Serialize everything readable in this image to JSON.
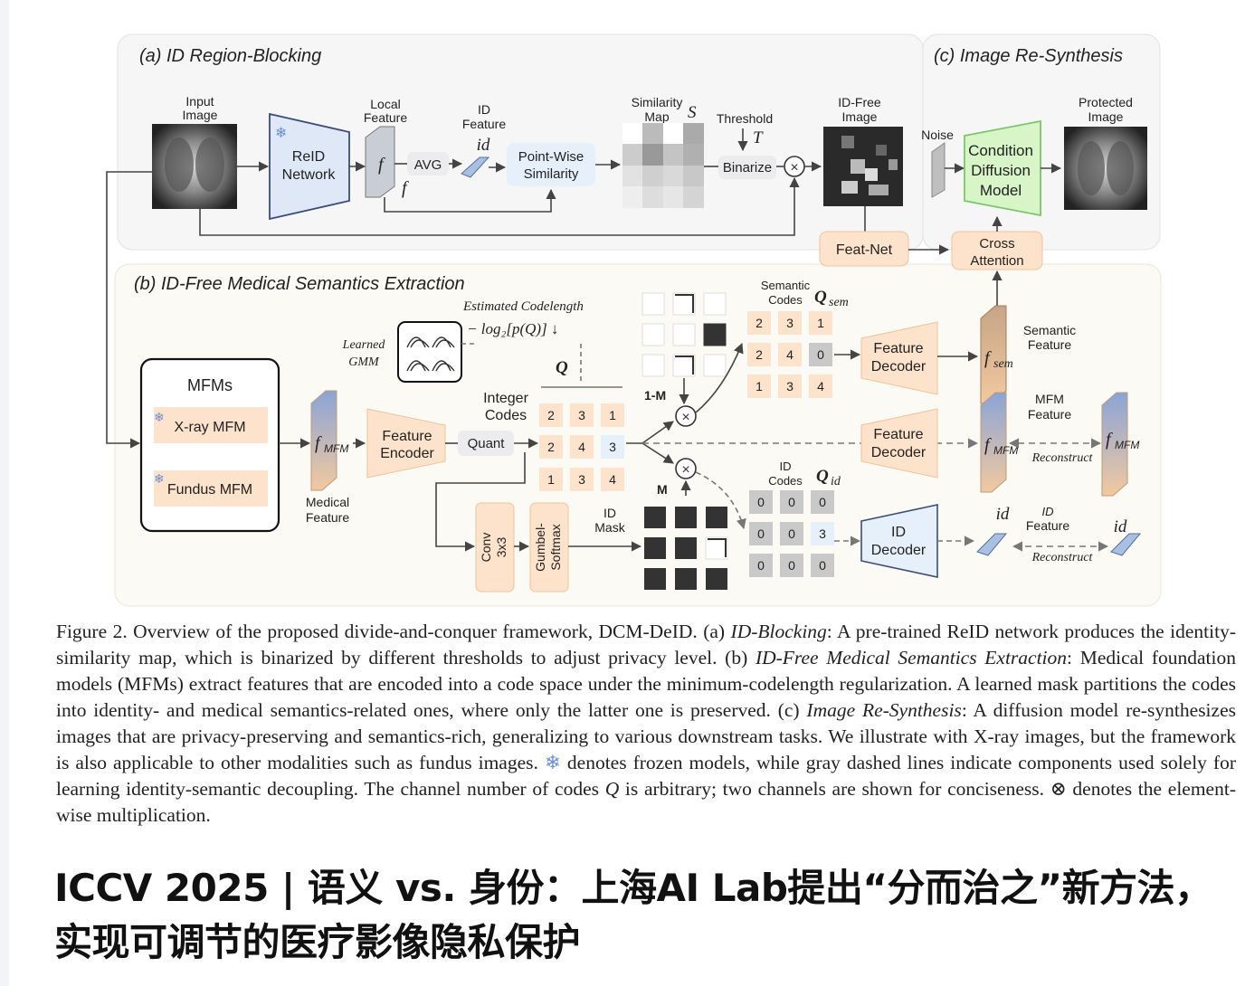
{
  "figure": {
    "panel_a": {
      "title": "(a) ID Region-Blocking"
    },
    "panel_b": {
      "title": "(b) ID-Free Medical Semantics Extraction"
    },
    "panel_c": {
      "title": "(c) Image Re-Synthesis"
    },
    "input_image": [
      "Input",
      "Image"
    ],
    "reid_network": [
      "ReID",
      "Network"
    ],
    "local_feature": [
      "Local",
      "Feature"
    ],
    "f": "f",
    "avg": "AVG",
    "id_feature": [
      "ID",
      "Feature"
    ],
    "id_symbol": "id",
    "point_wise": [
      "Point-Wise",
      "Similarity"
    ],
    "similarity_map": [
      "Similarity",
      "Map"
    ],
    "s_symbol": "S",
    "threshold": "Threshold",
    "t_symbol": "T",
    "binarize": "Binarize",
    "id_free_image": [
      "ID-Free",
      "Image"
    ],
    "noise": "Noise",
    "cdm": [
      "Condition",
      "Diffusion",
      "Model"
    ],
    "protected_image": [
      "Protected",
      "Image"
    ],
    "feat_net": "Feat-Net",
    "cross_attention": [
      "Cross",
      "Attention"
    ],
    "estimated_codelength": "Estimated Codelength",
    "codelength_formula": "− log₂[p(Q)] ↓",
    "learned_gmm": [
      "Learned",
      "GMM"
    ],
    "q_symbol": "Q",
    "mfms_title": "MFMs",
    "xray_mfm": "X-ray MFM",
    "fundus_mfm": "Fundus MFM",
    "f_mfm": "f",
    "mfm_sub": "MFM",
    "medical_feature": [
      "Medical",
      "Feature"
    ],
    "feature_encoder": [
      "Feature",
      "Encoder"
    ],
    "quant": "Quant",
    "integer_codes": [
      "Integer",
      "Codes"
    ],
    "codes_grid": [
      [
        "2",
        "3",
        "1"
      ],
      [
        "2",
        "4",
        "3"
      ],
      [
        "1",
        "3",
        "4"
      ]
    ],
    "one_minus_m": "1-M",
    "m_label": "M",
    "semantic_codes": [
      "Semantic",
      "Codes"
    ],
    "q_sem_sub": "sem",
    "sem_codes_grid": [
      [
        "2",
        "3",
        "1"
      ],
      [
        "2",
        "4",
        "0"
      ],
      [
        "1",
        "3",
        "4"
      ]
    ],
    "id_codes": [
      "ID",
      "Codes"
    ],
    "q_id_sub": "id",
    "id_codes_grid": [
      [
        "0",
        "0",
        "0"
      ],
      [
        "0",
        "0",
        "3"
      ],
      [
        "0",
        "0",
        "0"
      ]
    ],
    "feature_decoder": [
      "Feature",
      "Decoder"
    ],
    "id_decoder": [
      "ID",
      "Decoder"
    ],
    "conv": [
      "Conv",
      "3x3"
    ],
    "gumbel": [
      "Gumbel-",
      "Softmax"
    ],
    "id_mask": [
      "ID",
      "Mask"
    ],
    "semantic_feature": [
      "Semantic",
      "Feature"
    ],
    "f_hat_sem_sub": "sem",
    "mfm_feature": [
      "MFM",
      "Feature"
    ],
    "reconstruct": "Reconstruct",
    "id_feature_b": [
      "ID",
      "Feature"
    ]
  },
  "caption": {
    "p1": "Figure 2. Overview of the proposed divide-and-conquer framework, DCM-DeID. (a) ",
    "i1": "ID-Blocking",
    "p2": ": A pre-trained ReID network produces the identity-similarity map, which is binarized by different thresholds to adjust privacy level. (b) ",
    "i2": "ID-Free Medical Semantics Extraction",
    "p3": ": Medical foundation models (MFMs) extract features that are encoded into a code space under the minimum-codelength regularization. A learned mask partitions the codes into identity- and medical semantics-related ones, where only the latter one is preserved. (c) ",
    "i3": "Image Re-Synthesis",
    "p4": ": A diffusion model re-synthesizes images that are privacy-preserving and semantics-rich, generalizing to various downstream tasks. We illustrate with X-ray images, but the framework is also applicable to other modalities such as fundus images. ",
    "p5": " denotes frozen models, while gray dashed lines indicate components used solely for learning identity-semantic decoupling. The channel number of codes ",
    "i4": "Q",
    "p6": " is arbitrary; two channels are shown for conciseness. ⊗ denotes the element-wise multiplication."
  },
  "article": {
    "title": "ICCV 2025 | 语义 vs. 身份：上海AI Lab提出“分而治之”新方法，实现可调节的医疗影像隐私保护"
  },
  "colors": {
    "peach": "#fde3cc",
    "green": "#d8f5c8",
    "lightblue": "#e6f0fb",
    "panel": "#f6f6f7",
    "panel_b": "#fbfaf4"
  }
}
